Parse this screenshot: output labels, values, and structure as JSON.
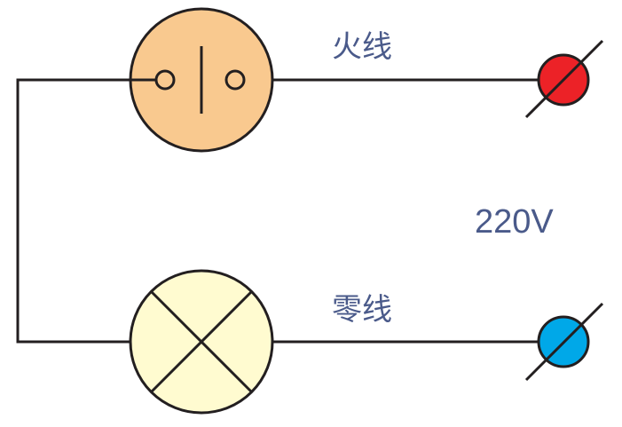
{
  "labels": {
    "live_wire": "火线",
    "neutral_wire": "零线",
    "voltage": "220V"
  },
  "colors": {
    "switch_fill": "#f9c98f",
    "lamp_fill": "#fffbd0",
    "live_terminal": "#ec2227",
    "neutral_terminal": "#00a8e8",
    "wire": "#231f20",
    "label_text": "#4a5a8a"
  },
  "components": {
    "switch": "switch-symbol",
    "lamp": "lamp-symbol",
    "live_terminal": "terminal-icon",
    "neutral_terminal": "terminal-icon"
  }
}
